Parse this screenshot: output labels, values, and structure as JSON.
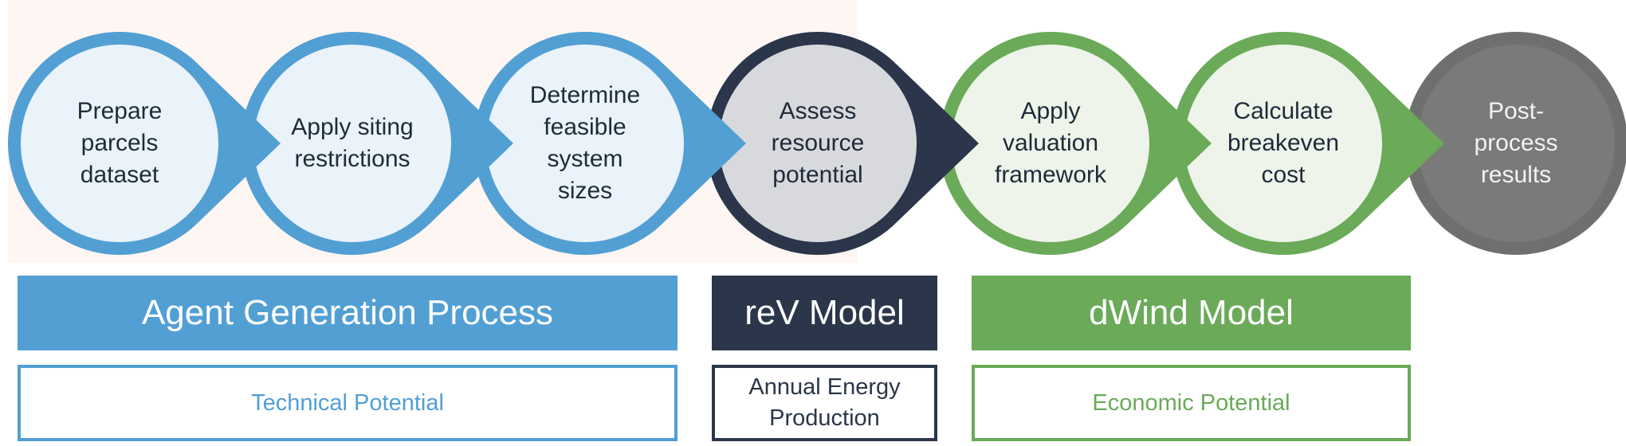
{
  "colors": {
    "agent_ring": "#529fd4",
    "agent_fill": "#eaf2fa",
    "rev_ring": "#2b364a",
    "rev_fill": "#d7d9dd",
    "dwind_ring": "#6aaa58",
    "dwind_fill": "#eef4ea",
    "post_ring": "#6f6f6f",
    "post_fill": "#7a7a7a",
    "backdrop": "#fdf6f3"
  },
  "steps": [
    {
      "label": "Prepare\nparcels\ndataset",
      "group": "agent"
    },
    {
      "label": "Apply siting\nrestrictions",
      "group": "agent"
    },
    {
      "label": "Determine\nfeasible\nsystem\nsizes",
      "group": "agent"
    },
    {
      "label": "Assess\nresource\npotential",
      "group": "rev"
    },
    {
      "label": "Apply\nvaluation\nframework",
      "group": "dwind"
    },
    {
      "label": "Calculate\nbreakeven\ncost",
      "group": "dwind"
    },
    {
      "label": "Post-\nprocess\nresults",
      "group": "post"
    }
  ],
  "groups": {
    "agent": {
      "title": "Agent Generation Process",
      "outcome": "Technical Potential"
    },
    "rev": {
      "title": "reV Model",
      "outcome": "Annual Energy\nProduction"
    },
    "dwind": {
      "title": "dWind Model",
      "outcome": "Economic Potential"
    }
  }
}
